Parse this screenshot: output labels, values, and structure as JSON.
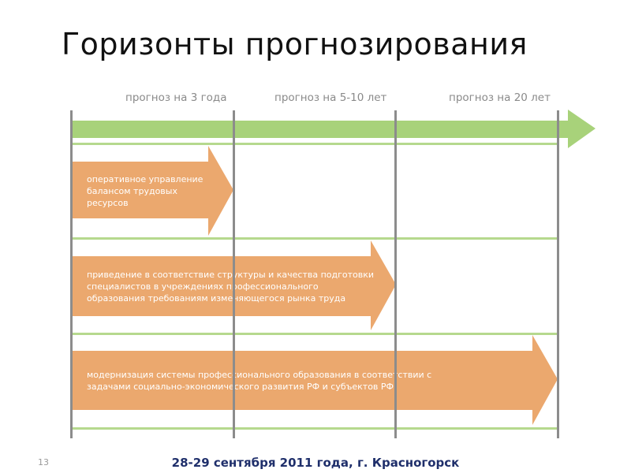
{
  "slide": {
    "title": "Горизонты прогнозирования",
    "horizons": [
      {
        "label": "прогноз на 3 года"
      },
      {
        "label": "прогноз на 5-10 лет"
      },
      {
        "label": "прогноз на 20 лет"
      }
    ],
    "tasks": [
      {
        "text": "оперативное управление балансом трудовых ресурсов"
      },
      {
        "text": "приведение в соответствие структуры и качества подготовки специалистов в учреждениях профессионального образования требованиям изменяющегося рынка труда"
      },
      {
        "text": "модернизация системы профессионального образования в соответствии с задачами социально-экономического развития РФ и субъектов РФ"
      }
    ],
    "footer": {
      "date_place": "28-29 сентября 2011 года, г. Красногорск",
      "page_number": "13"
    }
  },
  "colors": {
    "timeline_arrow": "#a8d27a",
    "task_arrow": "#eba86e",
    "guide_line": "#b6d98e",
    "divider": "#8c8c8c"
  }
}
